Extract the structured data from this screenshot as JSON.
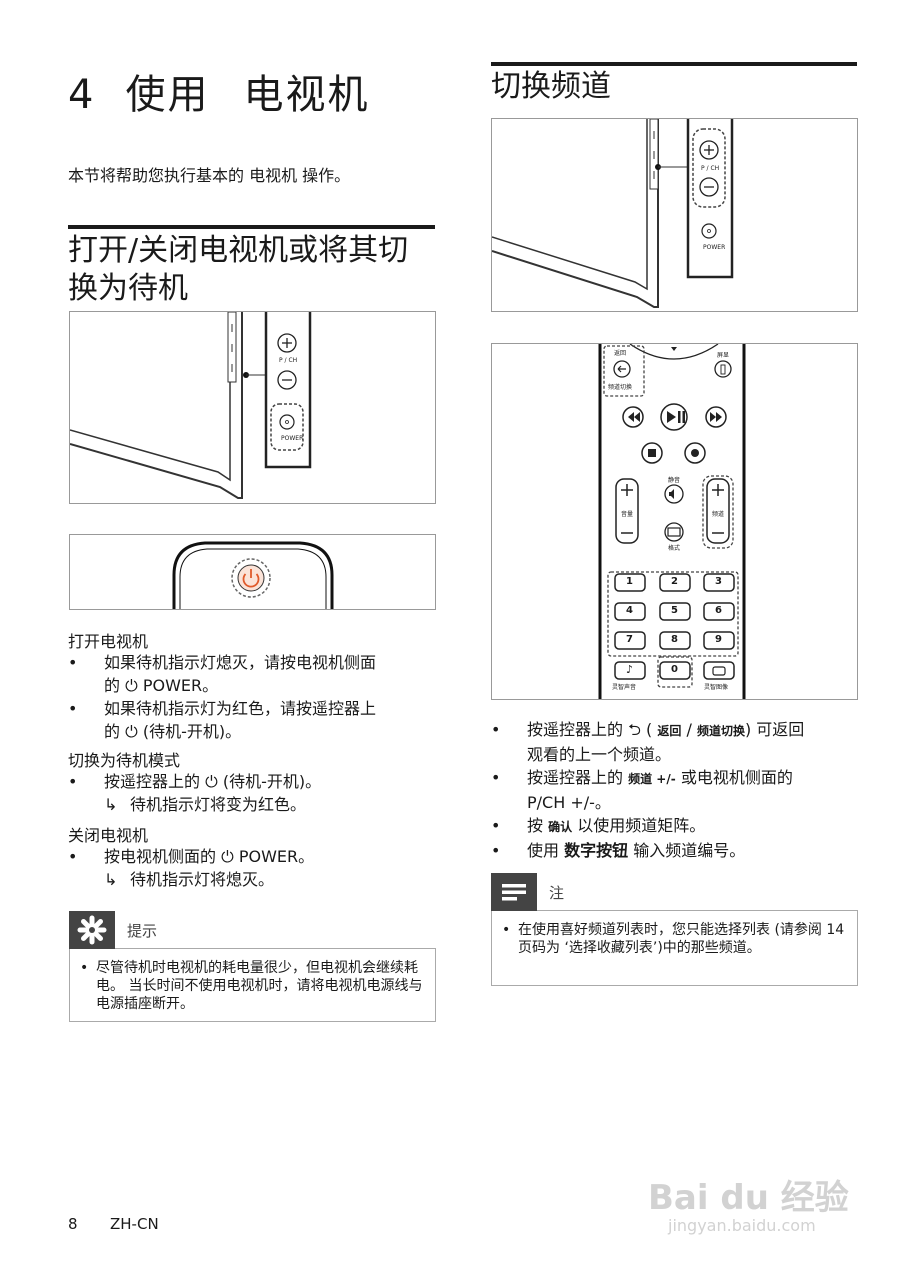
{
  "chapter": {
    "number": "4",
    "word1": "使用",
    "word2": "电视机"
  },
  "intro": "本节将帮助您执行基本的 电视机 操作。",
  "left": {
    "heading_line1": "打开/关闭电视机或将其切",
    "heading_line2": "换为待机",
    "tv_labels": {
      "pch": "P / CH",
      "power": "POWER"
    },
    "s1_title": "打开电视机",
    "s1_b1_a": "如果待机指示灯熄灭，请按电视机侧面",
    "s1_b1_b": "的 ⏻ POWER。",
    "s1_b2_a": "如果待机指示灯为红色，请按遥控器上",
    "s1_b2_b": "的 ⏻ (待机-开机)。",
    "s2_title": "切换为待机模式",
    "s2_b1": "按遥控器上的 ⏻ (待机-开机)。",
    "s2_arrow": "待机指示灯将变为红色。",
    "s3_title": "关闭电视机",
    "s3_b1": "按电视机侧面的 ⏻ POWER。",
    "s3_arrow": "待机指示灯将熄灭。",
    "tip_label": "提示",
    "tip_text": "尽管待机时电视机的耗电量很少，但电视机会继续耗电。 当长时间不使用电视机时，请将电视机电源线与电源插座断开。"
  },
  "right": {
    "heading": "切换频道",
    "tv_labels": {
      "pch": "P / CH",
      "power": "POWER"
    },
    "remote": {
      "back": "返回",
      "back_sub": "频道切换",
      "info": "屏显",
      "mute": "静音",
      "vol": "音量",
      "ch": "频道",
      "format": "格式",
      "keys": [
        "1",
        "2",
        "3",
        "4",
        "5",
        "6",
        "7",
        "8",
        "9",
        "0"
      ],
      "sound": "灵智声音",
      "picture": "灵智图像"
    },
    "b1_a": "按遥控器上的",
    "b1_back": "返回",
    "b1_sep": "/",
    "b1_swap": "频道切换",
    "b1_b": ") 可返回",
    "b1_c": "观看的上一个频道。",
    "b2_a": "按遥控器上的",
    "b2_key": "频道 +/-",
    "b2_b": "或电视机侧面的",
    "b2_c": "P/CH +/-。",
    "b3_a": "按",
    "b3_key": "确认",
    "b3_b": "以使用频道矩阵。",
    "b4_a": "使用",
    "b4_key": "数字按钮",
    "b4_b": "输入频道编号。",
    "note_label": "注",
    "note_text": "在使用喜好频道列表时，您只能选择列表 (请参阅 14 页码为 ‘选择收藏列表’)中的那些频道。"
  },
  "footer": {
    "page": "8",
    "lang": "ZH-CN"
  },
  "watermark": {
    "logo": "Bai du 经验",
    "url": "jingyan.baidu.com"
  }
}
